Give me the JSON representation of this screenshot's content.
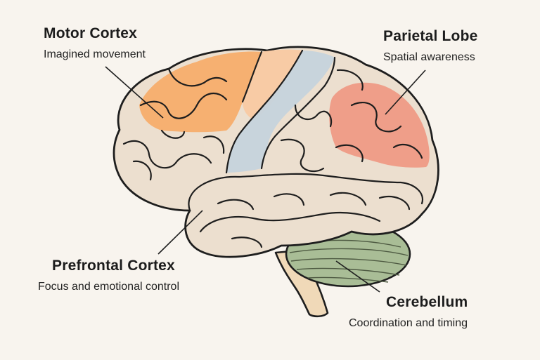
{
  "regions": [
    {
      "key": "motor",
      "title": "Motor Cortex",
      "subtitle": "Imagined movement",
      "color": "#f7ad6b"
    },
    {
      "key": "parietal",
      "title": "Parietal Lobe",
      "subtitle": "Spatial awareness",
      "color": "#ef9a85"
    },
    {
      "key": "prefrontal",
      "title": "Prefrontal Cortex",
      "subtitle": "Focus and emotional control",
      "color": "#ecdfcf"
    },
    {
      "key": "cerebellum",
      "title": "Cerebellum",
      "subtitle": "Coordination and timing",
      "color": "#a9bd96"
    }
  ],
  "colors": {
    "background": "#f8f4ee",
    "brain_base": "#ecdfcf",
    "central_band_peach": "#f9c9a2",
    "central_band_blue": "#c6d3dc",
    "outline": "#1e1e1e",
    "brainstem": "#f0d9b8"
  }
}
